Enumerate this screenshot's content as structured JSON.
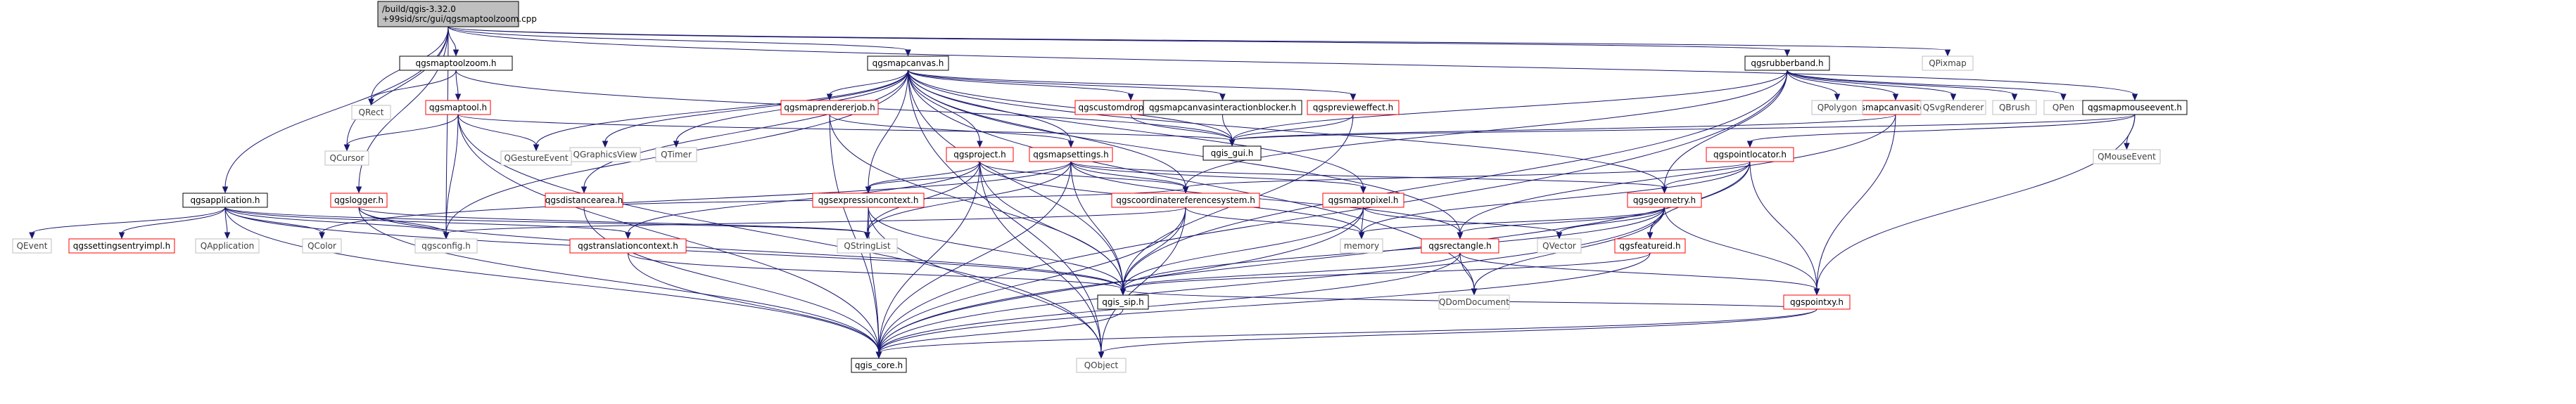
{
  "colors": {
    "edge": "#191970",
    "root_fill": "#bfbfbf",
    "root_stroke": "#000000",
    "documented_stroke": "#000000",
    "red_stroke": "#ff0000",
    "grey_stroke": "#bfbfbf",
    "text_default": "#000000",
    "text_grey": "#404040"
  },
  "nodes": [
    {
      "id": "root",
      "lines": [
        "/build/qgis-3.32.0",
        "+99sid/src/gui/qgsmaptoolzoom.cpp"
      ],
      "style": "root"
    },
    {
      "id": "maptoolzoom",
      "lines": [
        "qgsmaptoolzoom.h"
      ],
      "style": "doc"
    },
    {
      "id": "mapcanvas",
      "lines": [
        "qgsmapcanvas.h"
      ],
      "style": "doc"
    },
    {
      "id": "rubberband",
      "lines": [
        "qgsrubberband.h"
      ],
      "style": "doc"
    },
    {
      "id": "qpixmap",
      "lines": [
        "QPixmap"
      ],
      "style": "grey"
    },
    {
      "id": "qrect",
      "lines": [
        "QRect"
      ],
      "style": "grey"
    },
    {
      "id": "maptool",
      "lines": [
        "qgsmaptool.h"
      ],
      "style": "red"
    },
    {
      "id": "qgraphicsview",
      "lines": [
        "QGraphicsView"
      ],
      "style": "grey"
    },
    {
      "id": "qtimer",
      "lines": [
        "QTimer"
      ],
      "style": "grey"
    },
    {
      "id": "qcursor",
      "lines": [
        "QCursor"
      ],
      "style": "grey"
    },
    {
      "id": "qgestureevent",
      "lines": [
        "QGestureEvent"
      ],
      "style": "grey"
    },
    {
      "id": "maprendererjob",
      "lines": [
        "qgsmaprendererjob.h"
      ],
      "style": "red"
    },
    {
      "id": "customdrophandler",
      "lines": [
        "qgscustomdrophandler.h"
      ],
      "style": "red"
    },
    {
      "id": "mapcanvasinteractionblocker",
      "lines": [
        "qgsmapcanvasinteractionblocker.h"
      ],
      "style": "doc"
    },
    {
      "id": "previeweffect",
      "lines": [
        "qgspreviewеffect.h"
      ],
      "style": "red"
    },
    {
      "id": "mapcanvasitem",
      "lines": [
        "qgsmapcanvasitem.h"
      ],
      "style": "red"
    },
    {
      "id": "qpolygon",
      "lines": [
        "QPolygon"
      ],
      "style": "grey"
    },
    {
      "id": "qsvgrenderer",
      "lines": [
        "QSvgRenderer"
      ],
      "style": "grey"
    },
    {
      "id": "qbrush",
      "lines": [
        "QBrush"
      ],
      "style": "grey"
    },
    {
      "id": "qpen",
      "lines": [
        "QPen"
      ],
      "style": "grey"
    },
    {
      "id": "mapmouseevent",
      "lines": [
        "qgsmapmouseevent.h"
      ],
      "style": "doc"
    },
    {
      "id": "gui",
      "lines": [
        "qgis_gui.h"
      ],
      "style": "doc"
    },
    {
      "id": "qmouseevent",
      "lines": [
        "QMouseEvent"
      ],
      "style": "grey"
    },
    {
      "id": "mapsettings",
      "lines": [
        "qgsmapsettings.h"
      ],
      "style": "red"
    },
    {
      "id": "project",
      "lines": [
        "qgsproject.h"
      ],
      "style": "red"
    },
    {
      "id": "pointlocator",
      "lines": [
        "qgspointlocator.h"
      ],
      "style": "red"
    },
    {
      "id": "application",
      "lines": [
        "qgsapplication.h"
      ],
      "style": "doc"
    },
    {
      "id": "logger",
      "lines": [
        "qgslogger.h"
      ],
      "style": "red"
    },
    {
      "id": "distancearea",
      "lines": [
        "qgsdistancearea.h"
      ],
      "style": "red"
    },
    {
      "id": "expressioncontext",
      "lines": [
        "qgsexpressioncontext.h"
      ],
      "style": "red"
    },
    {
      "id": "crs",
      "lines": [
        "qgscoordinatereferencesystem.h"
      ],
      "style": "red"
    },
    {
      "id": "maptopixel",
      "lines": [
        "qgsmaptopixel.h"
      ],
      "style": "red"
    },
    {
      "id": "geometry",
      "lines": [
        "qgsgeometry.h"
      ],
      "style": "red"
    },
    {
      "id": "qevent",
      "lines": [
        "QEvent"
      ],
      "style": "grey"
    },
    {
      "id": "settingsentryimpl",
      "lines": [
        "qgssettingsentryimpl.h"
      ],
      "style": "red"
    },
    {
      "id": "qapplication",
      "lines": [
        "QApplication"
      ],
      "style": "grey"
    },
    {
      "id": "qcolor",
      "lines": [
        "QColor"
      ],
      "style": "grey"
    },
    {
      "id": "config",
      "lines": [
        "qgsconfig.h"
      ],
      "style": "grey"
    },
    {
      "id": "translationcontext",
      "lines": [
        "qgstranslationcontext.h"
      ],
      "style": "red"
    },
    {
      "id": "qstringlist",
      "lines": [
        "QStringList"
      ],
      "style": "grey"
    },
    {
      "id": "memory",
      "lines": [
        "memory"
      ],
      "style": "grey"
    },
    {
      "id": "rectangle",
      "lines": [
        "qgsrectangle.h"
      ],
      "style": "red"
    },
    {
      "id": "qvector",
      "lines": [
        "QVector"
      ],
      "style": "grey"
    },
    {
      "id": "featureid",
      "lines": [
        "qgsfeatureid.h"
      ],
      "style": "red"
    },
    {
      "id": "sip",
      "lines": [
        "qgis_sip.h"
      ],
      "style": "doc"
    },
    {
      "id": "qdomdocument",
      "lines": [
        "QDomDocument"
      ],
      "style": "grey"
    },
    {
      "id": "pointxy",
      "lines": [
        "qgspointxy.h"
      ],
      "style": "red"
    },
    {
      "id": "core",
      "lines": [
        "qgis_core.h"
      ],
      "style": "doc"
    },
    {
      "id": "qobject",
      "lines": [
        "QObject"
      ],
      "style": "grey"
    }
  ]
}
